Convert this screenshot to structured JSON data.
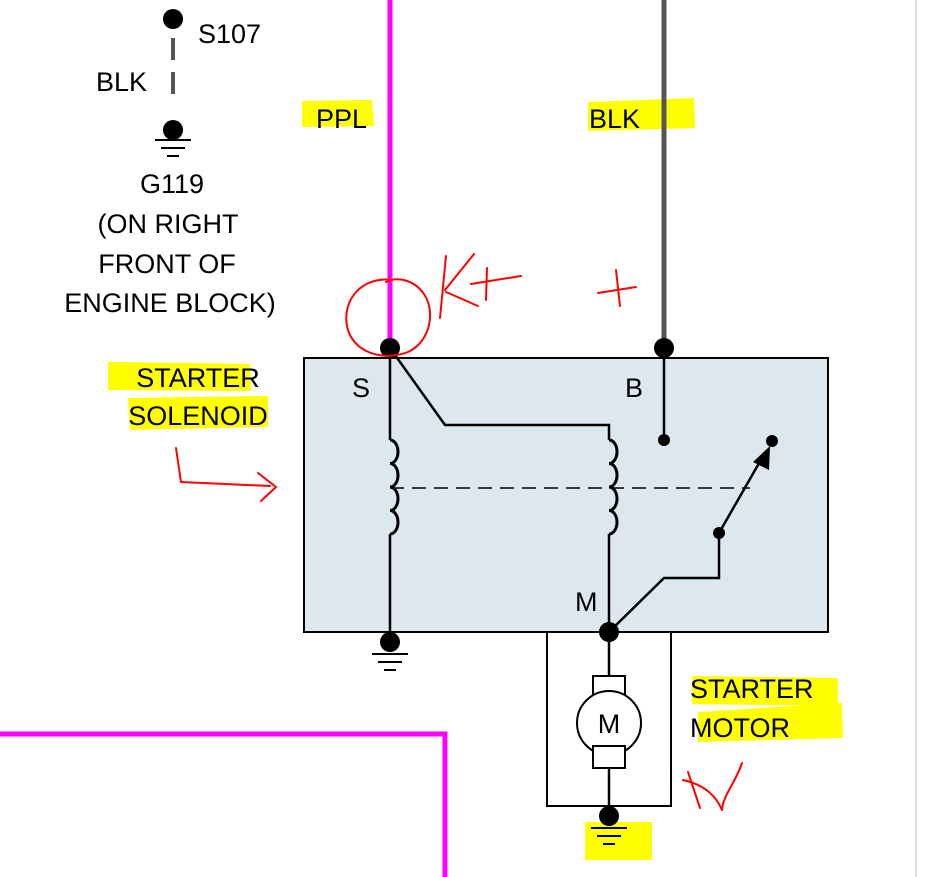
{
  "labels": {
    "splice": "S107",
    "ground_wire": "BLK",
    "ground_id": "G119",
    "ground_loc_1": "(ON RIGHT",
    "ground_loc_2": "FRONT OF",
    "ground_loc_3": "ENGINE BLOCK)",
    "wire_ppl": "PPL",
    "wire_blk": "BLK",
    "solenoid_1": "STARTER",
    "solenoid_2": "SOLENOID",
    "term_s": "S",
    "term_b": "B",
    "term_m": "M",
    "motor_1": "STARTER",
    "motor_2": "MOTOR",
    "motor_symbol": "M"
  },
  "colors": {
    "ppl_wire": "#ff00ff",
    "blk_wire": "#555555",
    "solenoid_fill": "#dde8ee",
    "highlight": "#ffff00",
    "annotation": "#ff0000"
  }
}
